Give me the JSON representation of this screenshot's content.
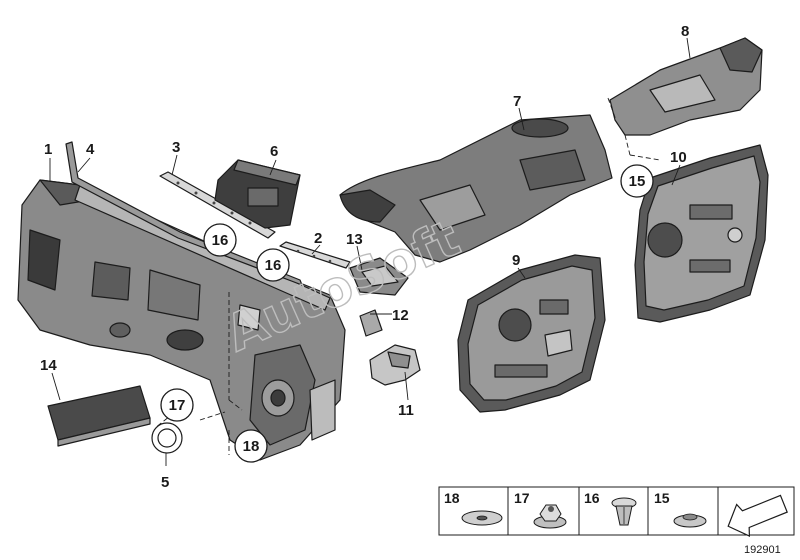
{
  "callouts": [
    {
      "id": "c1",
      "label": "1"
    },
    {
      "id": "c2",
      "label": "2"
    },
    {
      "id": "c3",
      "label": "3"
    },
    {
      "id": "c4",
      "label": "4"
    },
    {
      "id": "c5",
      "label": "5"
    },
    {
      "id": "c6",
      "label": "6"
    },
    {
      "id": "c7",
      "label": "7"
    },
    {
      "id": "c8",
      "label": "8"
    },
    {
      "id": "c9",
      "label": "9"
    },
    {
      "id": "c10",
      "label": "10"
    },
    {
      "id": "c11",
      "label": "11"
    },
    {
      "id": "c12",
      "label": "12"
    },
    {
      "id": "c13",
      "label": "13"
    },
    {
      "id": "c14",
      "label": "14"
    }
  ],
  "circled_callouts": [
    {
      "id": "cc16a",
      "label": "16"
    },
    {
      "id": "cc16b",
      "label": "16"
    },
    {
      "id": "cc15",
      "label": "15"
    },
    {
      "id": "cc17",
      "label": "17"
    },
    {
      "id": "cc18",
      "label": "18"
    }
  ],
  "legend": [
    {
      "label": "18",
      "icon": "flat-washer-icon"
    },
    {
      "label": "17",
      "icon": "hex-nut-icon"
    },
    {
      "label": "16",
      "icon": "expanding-rivet-icon"
    },
    {
      "label": "15",
      "icon": "spring-nut-icon"
    },
    {
      "label": "",
      "icon": "arrow-icon"
    }
  ],
  "watermark": "AutoSoft",
  "diagram_number": "192901"
}
